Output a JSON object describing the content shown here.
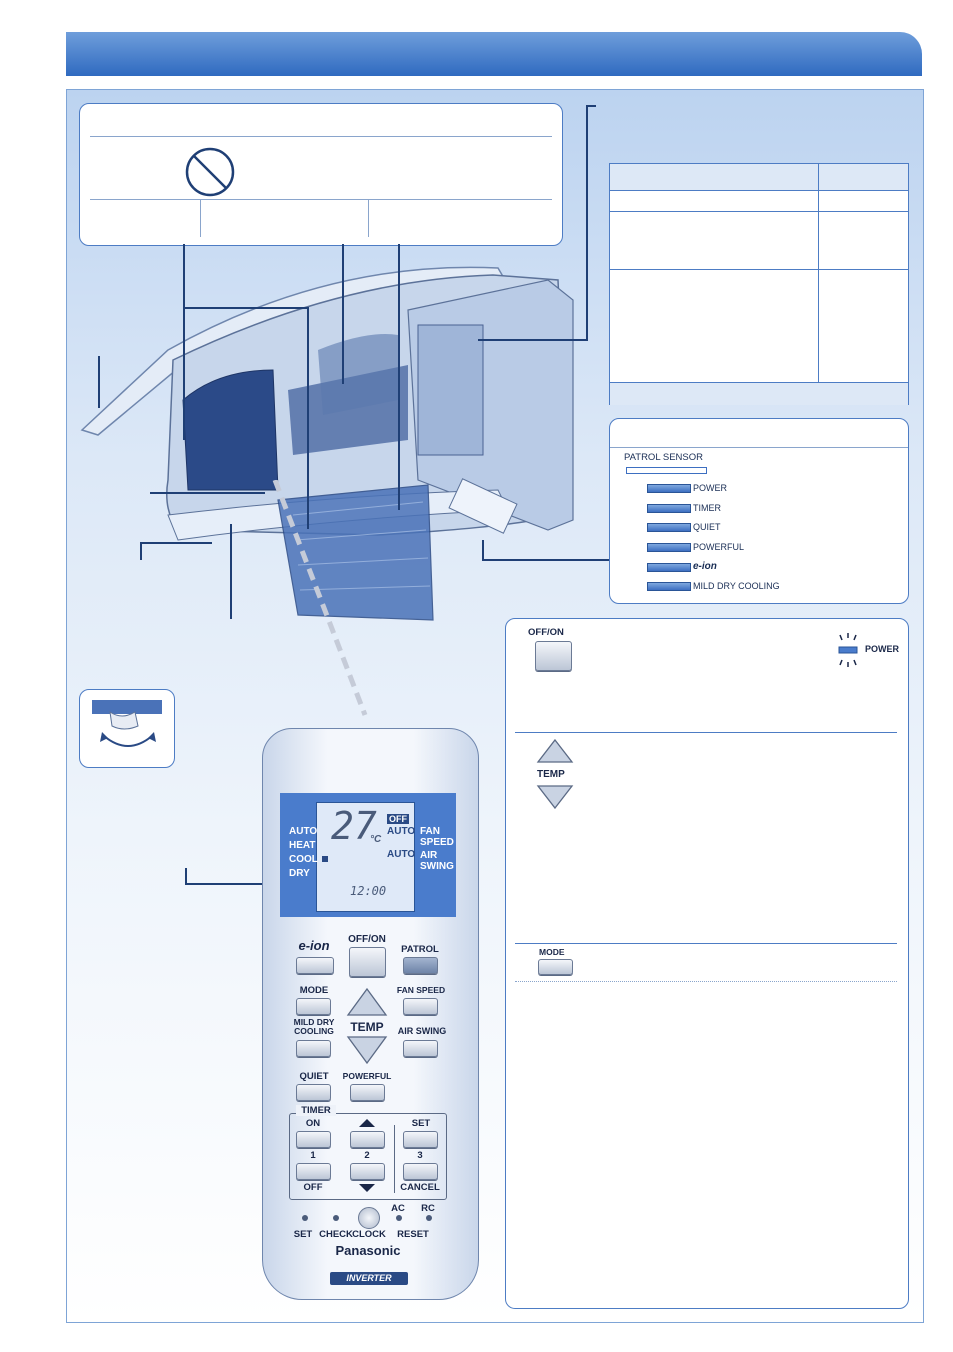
{
  "patrol_panel": {
    "header": "PATROL SENSOR",
    "leds": [
      "POWER",
      "TIMER",
      "QUIET",
      "POWERFUL",
      "e-ion",
      "MILD DRY COOLING"
    ]
  },
  "indicator": {
    "label": "POWER"
  },
  "buttons": {
    "offon": "OFF/ON",
    "temp": "TEMP",
    "mode": "MODE"
  },
  "remote": {
    "lcd": {
      "modes": [
        "AUTO",
        "HEAT",
        "COOL",
        "DRY"
      ],
      "temp_digits": "27",
      "unit": "°C",
      "off": "OFF",
      "auto1": "AUTO",
      "auto2": "AUTO",
      "fan_speed": "FAN SPEED",
      "air_swing": "AIR SWING",
      "clock": "12:00"
    },
    "labels": {
      "eion": "e-ion",
      "offon": "OFF/ON",
      "patrol": "PATROL",
      "mode": "MODE",
      "fan_speed": "FAN SPEED",
      "mild_dry": "MILD DRY COOLING",
      "temp": "TEMP",
      "air_swing": "AIR SWING",
      "quiet": "QUIET",
      "powerful": "POWERFUL",
      "timer": "TIMER",
      "on": "ON",
      "set_t": "SET",
      "n1": "1",
      "n2": "2",
      "n3": "3",
      "off": "OFF",
      "cancel": "CANCEL",
      "ac": "AC",
      "rc": "RC",
      "set": "SET",
      "check": "CHECK",
      "clock": "CLOCK",
      "reset": "RESET",
      "brand": "Panasonic",
      "inverter": "INVERTER"
    }
  },
  "colors": {
    "accent": "#2f6ac0",
    "lcd_bg": "#4a7ccc",
    "led": "#3d6fc1"
  }
}
